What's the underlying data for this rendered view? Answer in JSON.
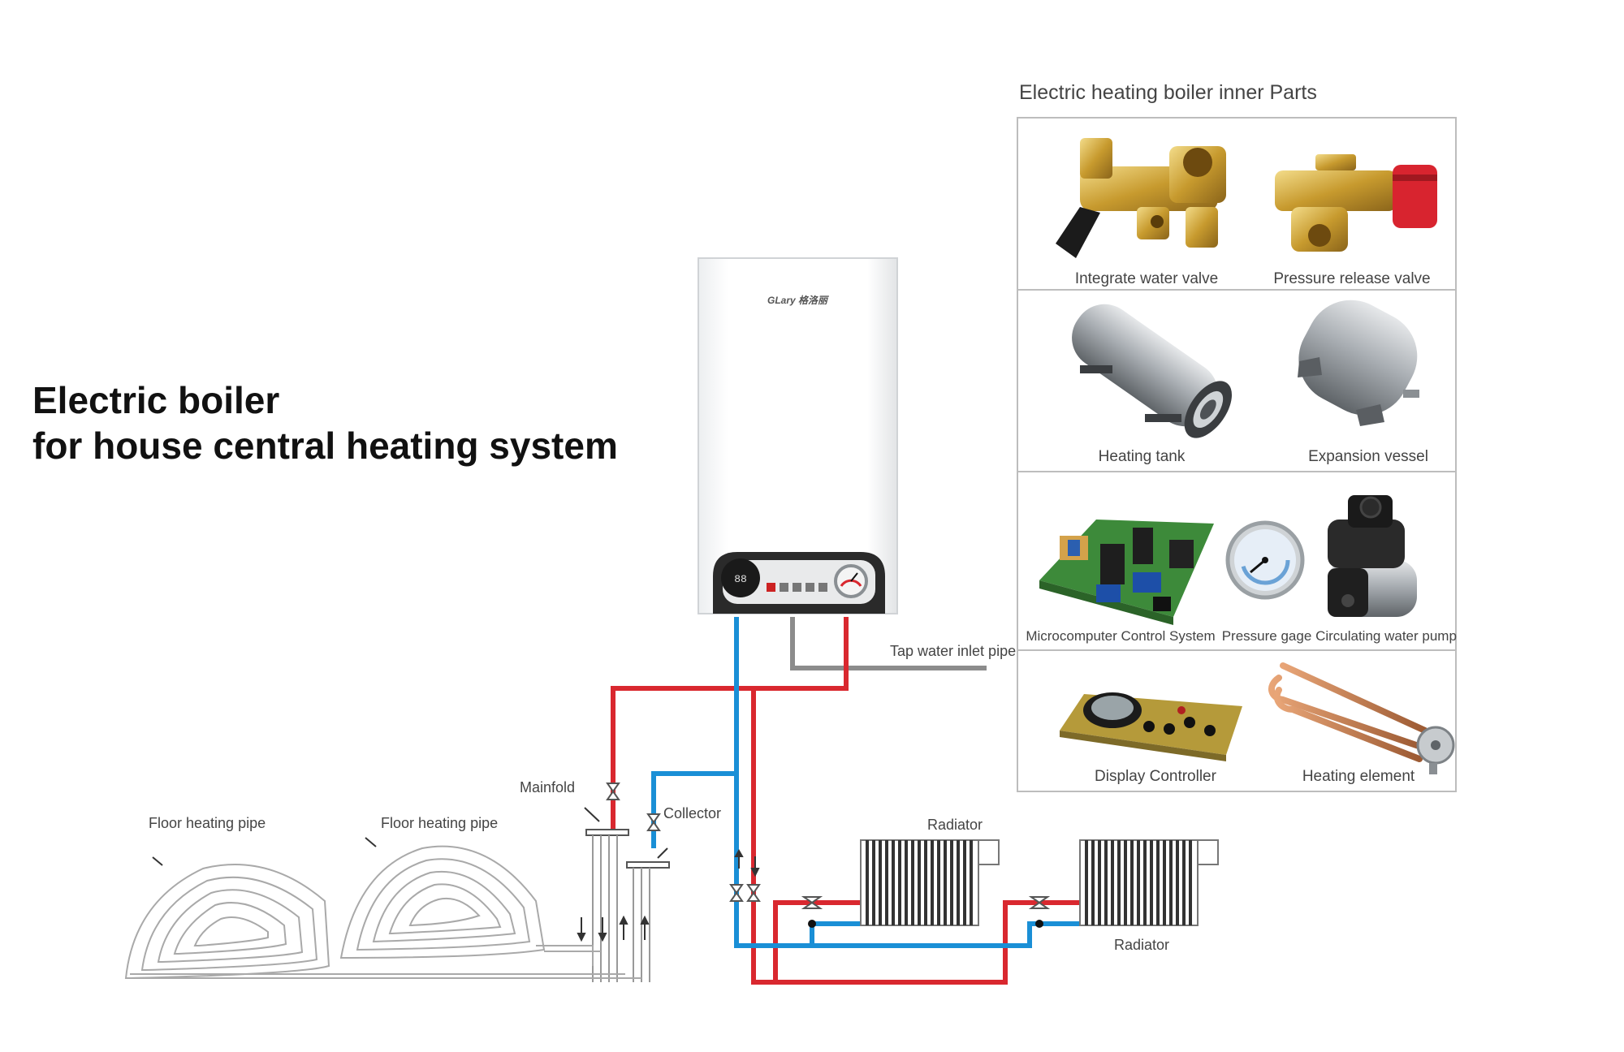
{
  "title": {
    "line1": "Electric boiler",
    "line2": "for house central heating system"
  },
  "boiler": {
    "brand": "GLary 格洛丽",
    "display_digits": "88"
  },
  "parts_panel": {
    "title": "Electric heating boiler inner Parts",
    "parts": [
      {
        "label": "Integrate water valve",
        "icon": "brass-valve-icon"
      },
      {
        "label": "Pressure release valve",
        "icon": "red-cap-valve-icon"
      },
      {
        "label": "Heating tank",
        "icon": "cylinder-tank-icon"
      },
      {
        "label": "Expansion vessel",
        "icon": "expansion-vessel-icon"
      },
      {
        "label": "Microcomputer Control System",
        "icon": "circuit-board-icon"
      },
      {
        "label": "Pressure gage",
        "icon": "gauge-icon"
      },
      {
        "label": "Circulating water pump",
        "icon": "pump-icon"
      },
      {
        "label": "Display Controller",
        "icon": "display-board-icon"
      },
      {
        "label": "Heating element",
        "icon": "heating-element-icon"
      }
    ]
  },
  "labels": {
    "tap_water": "Tap water inlet pipe",
    "manifold": "Mainfold",
    "collector": "Collector",
    "floor_pipe_1": "Floor  heating  pipe",
    "floor_pipe_2": "Floor  heating  pipe",
    "radiator_1": "Radiator",
    "radiator_2": "Radiator"
  },
  "colors": {
    "hot_pipe": "#d9282f",
    "cold_pipe": "#1a8fd6",
    "tap_pipe": "#8c8c8c"
  }
}
